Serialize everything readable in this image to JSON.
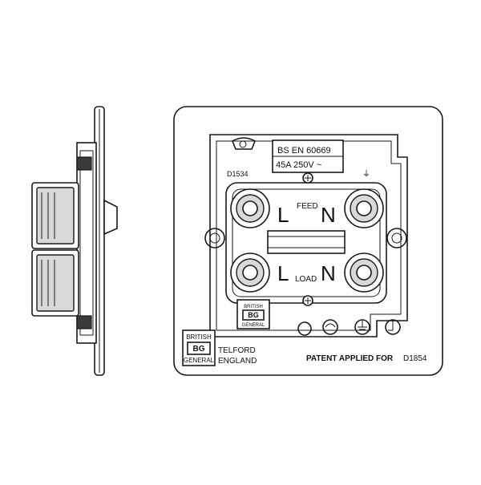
{
  "labels": {
    "rating_standard": "BS EN 60669",
    "rating_value": "45A 250V ~",
    "code_left": "D1534",
    "earth_symbol": "⏚",
    "feed": "FEED",
    "load": "LOAD",
    "live": "L",
    "neutral": "N",
    "mini_logo": {
      "top": "BRITISH",
      "mid": "BG",
      "bottom": "GENERAL"
    },
    "brand_logo": {
      "top": "BRITISH",
      "mid": "BG",
      "bottom": "GENERAL"
    },
    "location_line1": "TELFORD",
    "location_line2": "ENGLAND",
    "patent": "PATENT APPLIED FOR",
    "code_right": "D1854"
  },
  "colors": {
    "line": "#1a1a1a",
    "background": "#ffffff",
    "shade": "#d9d9d9"
  }
}
